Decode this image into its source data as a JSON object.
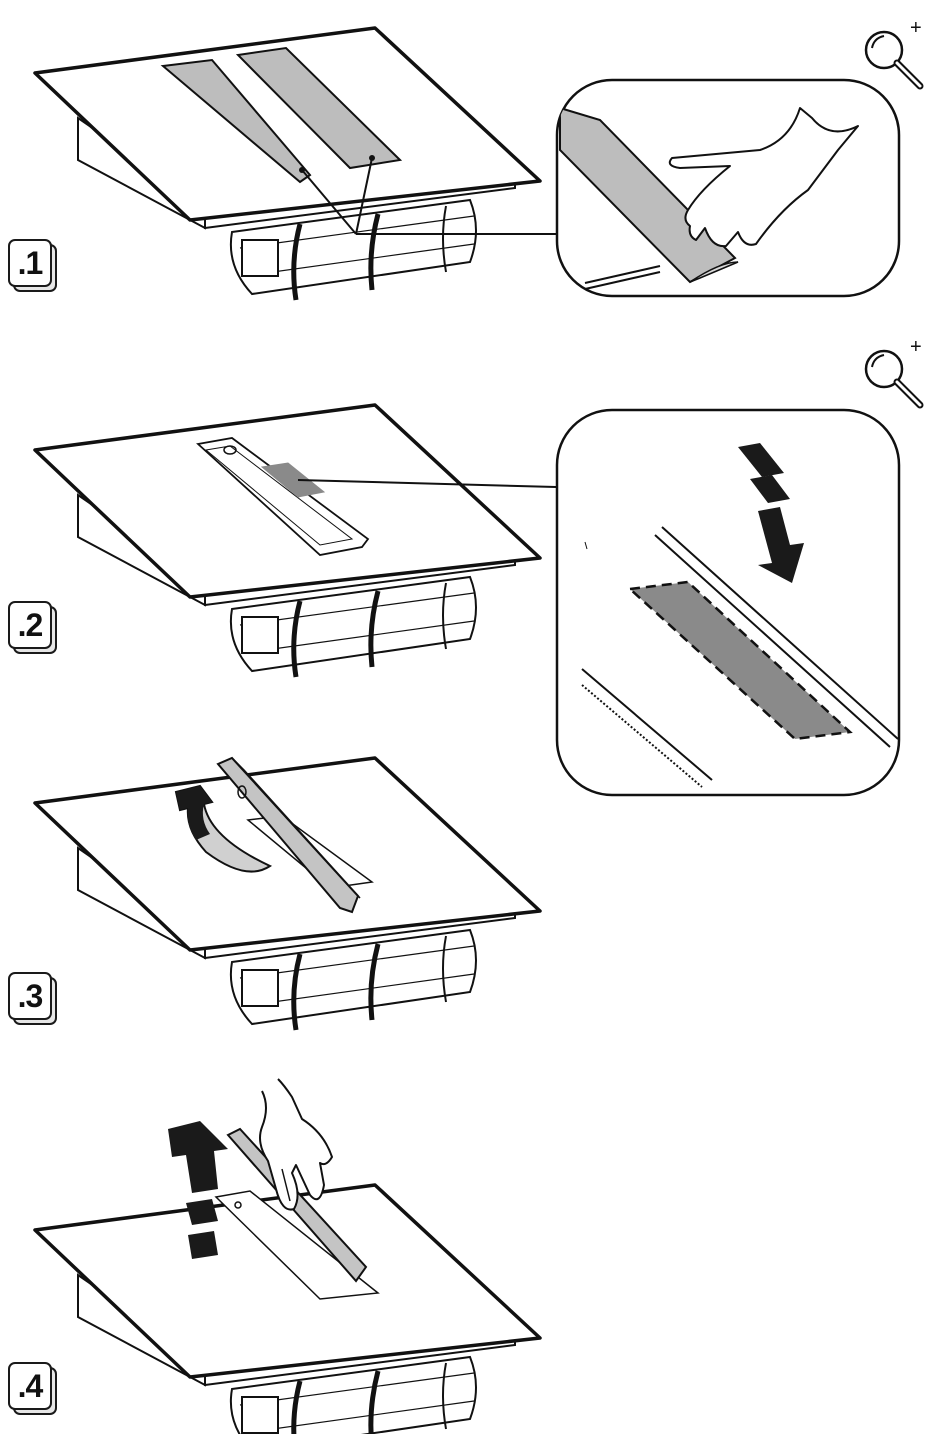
{
  "steps": [
    {
      "label": ".1"
    },
    {
      "label": ".2"
    },
    {
      "label": ".3"
    },
    {
      "label": ".4"
    }
  ],
  "icons": {
    "zoom": "magnifier-plus-icon",
    "hand": "gloved-hand-icon",
    "arrow": "direction-arrow-icon"
  },
  "colors": {
    "line": "#111111",
    "tape": "#b8b8b8",
    "tape_dark": "#8a8a8a",
    "part": "#c4c4c4",
    "arrow": "#1a1a1a"
  }
}
